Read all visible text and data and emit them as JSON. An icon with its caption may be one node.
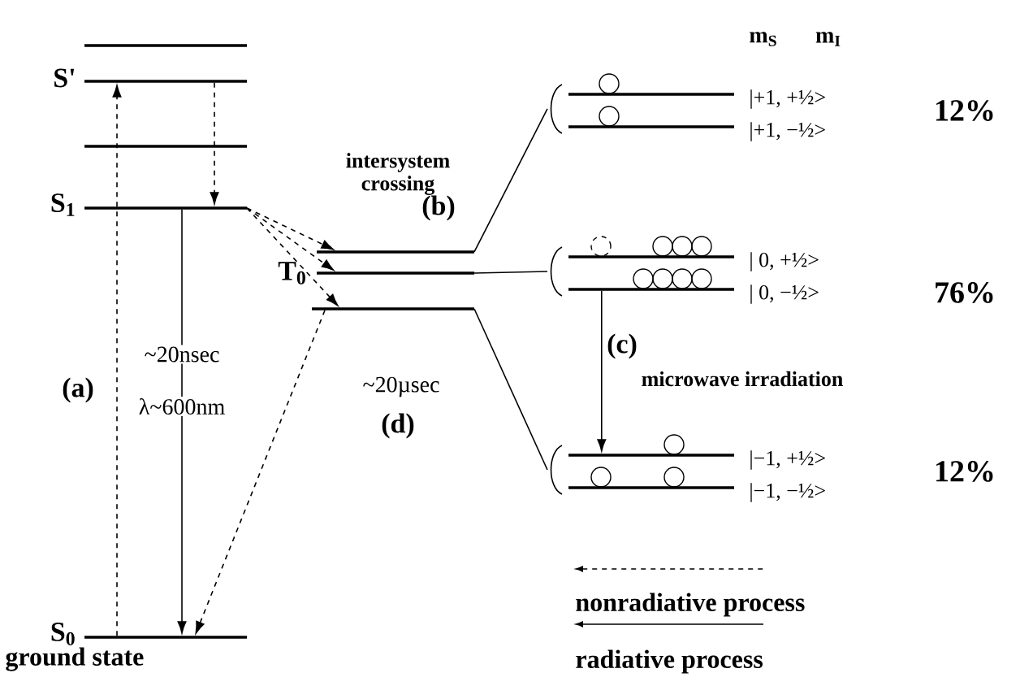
{
  "diagram": {
    "nodes": [
      {
        "text": [],
        "shape": "bar"
      },
      {
        "text": [
          "S'"
        ]
      },
      {
        "text": [],
        "shape": "bar"
      },
      {
        "text": [
          "S$_{1}$"
        ]
      },
      {
        "text": [],
        "shape": "bar"
      },
      {
        "text": [
          "T$_{0}$"
        ]
      },
      {
        "text": [],
        "shape": "bar"
      },
      {
        "text": [],
        "shape": "bracket"
      },
      {
        "text": [
          "|+1, +½>"
        ]
      },
      {
        "text": [
          "|+1, −½>"
        ]
      },
      {
        "text": [],
        "shape": "bracket"
      },
      {
        "text": [
          "| 0, +½>"
        ]
      },
      {
        "text": [
          "| 0, −½>"
        ]
      },
      {
        "text": [],
        "shape": "bracket"
      },
      {
        "text": [
          "|−1, +½>"
        ]
      },
      {
        "text": [
          "|−1, −½>"
        ]
      },
      {
        "text": [
          "S$_{0}$",
          "ground state"
        ]
      }
    ],
    "edges": [
      {
        "from": 16,
        "to": 1,
        "arrow": "to",
        "style": "dashed"
      },
      {
        "from": 1,
        "to": 3,
        "arrow": "to",
        "style": "dashed"
      },
      {
        "from": 3,
        "to": 16,
        "arrow": "to"
      },
      {
        "from": 3,
        "to": 4,
        "arrow": "to",
        "style": "dashed"
      },
      {
        "from": 3,
        "to": 5,
        "arrow": "to",
        "style": "dashed"
      },
      {
        "from": 3,
        "to": 6,
        "arrow": "to",
        "style": "dashed"
      },
      {
        "from": 6,
        "to": 16,
        "arrow": "to",
        "style": "dashed"
      },
      {
        "from": 4,
        "to": 7,
        "arrow": "none"
      },
      {
        "from": 5,
        "to": 10,
        "arrow": "none"
      },
      {
        "from": 6,
        "to": 13,
        "arrow": "none"
      },
      {
        "from": 12,
        "to": 14,
        "arrow": "to"
      }
    ],
    "labels": [
      "m$_{S}$",
      "m$_{I}$",
      "12%",
      "intersystem crossing",
      "(b)",
      "76%",
      "(c)",
      "(a)",
      "microwave irradiation",
      "~20nsec",
      "~20µsec",
      "λ~600nm",
      "(d)",
      "12%"
    ],
    "legend": [
      {
        "text": "nonradiative process"
      },
      {
        "text": "radiative process"
      }
    ]
  }
}
